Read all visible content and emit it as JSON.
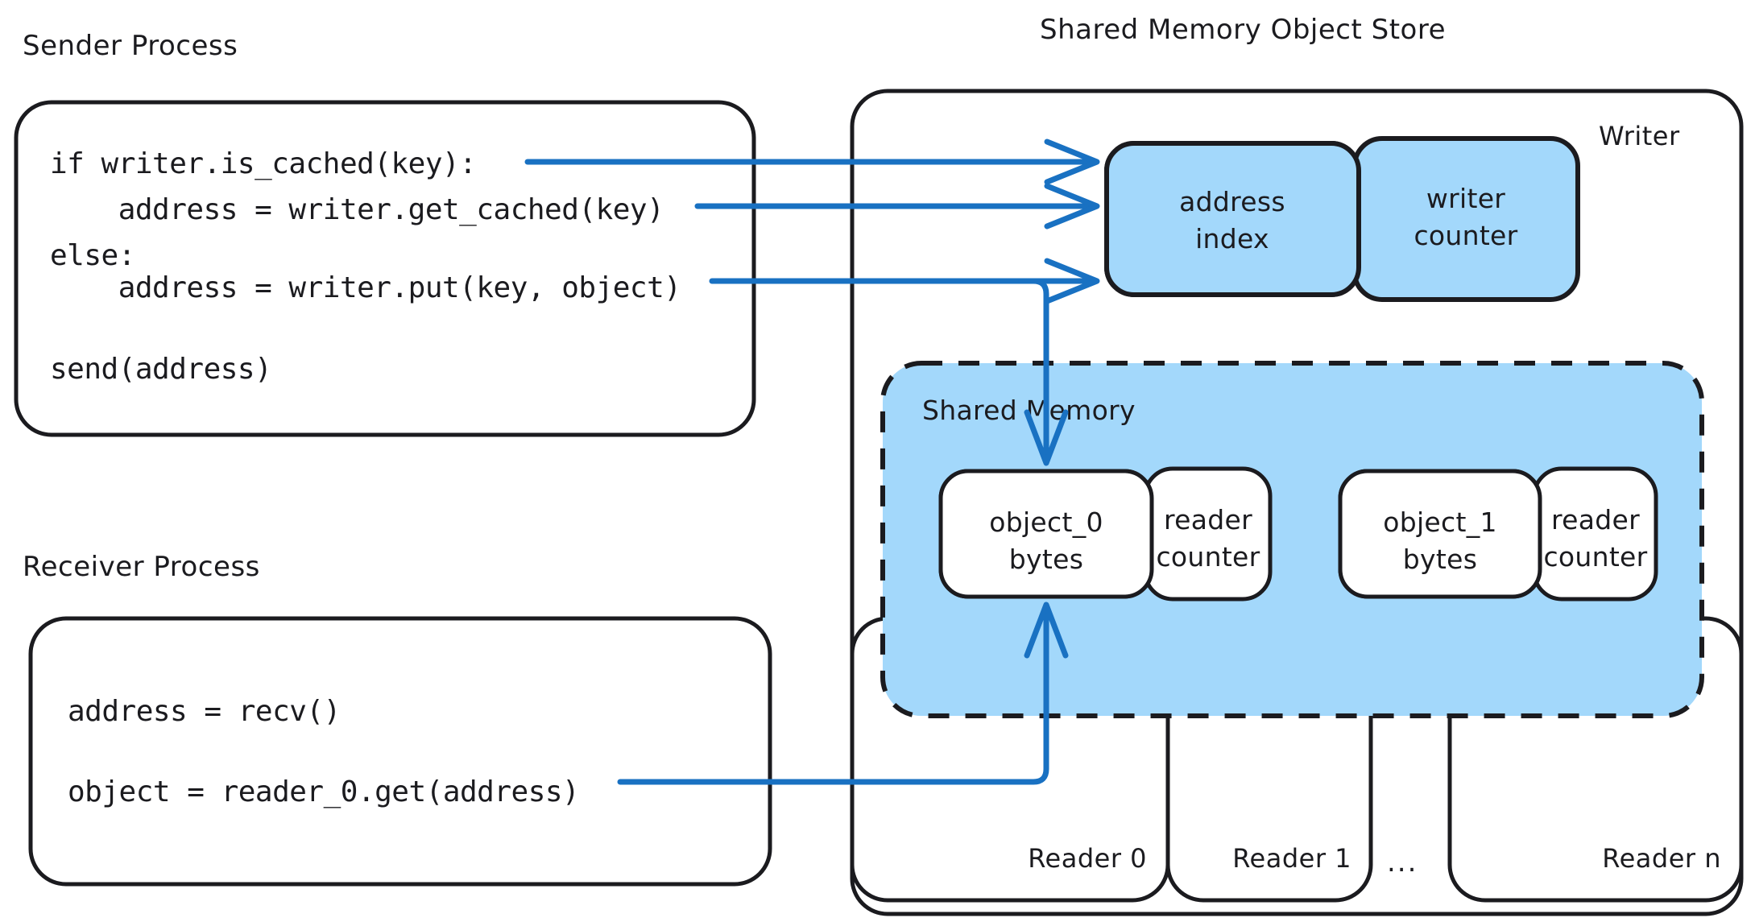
{
  "diagram": {
    "title_sender": "Sender Process",
    "title_receiver": "Receiver Process",
    "title_store": "Shared Memory Object Store",
    "label_writer": "Writer",
    "label_shared_memory": "Shared Memory",
    "label_ellipsis": "...",
    "colors": {
      "ink": "#1b1b1f",
      "accent_blue": "#1971c2",
      "fill_blue": "#a3d8fb",
      "background": "#ffffff"
    }
  },
  "sender_code": {
    "lines": [
      "if writer.is_cached(key):",
      "    address = writer.get_cached(key)",
      "else:",
      "    address = writer.put(key, object)",
      "",
      "send(address)"
    ],
    "line_0": "if writer.is_cached(key):",
    "line_1": "    address = writer.get_cached(key)",
    "line_2": "else:",
    "line_3": "    address = writer.put(key, object)",
    "line_4": "send(address)"
  },
  "receiver_code": {
    "lines": [
      "address = recv()",
      "object = reader_0.get(address)"
    ],
    "line_0": "address = recv()",
    "line_1": "object = reader_0.get(address)"
  },
  "writer_region": {
    "address_index": {
      "line_0": "address",
      "line_1": "index"
    },
    "writer_counter": {
      "line_0": "writer",
      "line_1": "counter"
    }
  },
  "shared_memory": {
    "slots": [
      {
        "object_line_0": "object_0",
        "object_line_1": "bytes",
        "counter_line_0": "reader",
        "counter_line_1": "counter"
      },
      {
        "object_line_0": "object_1",
        "object_line_1": "bytes",
        "counter_line_0": "reader",
        "counter_line_1": "counter"
      }
    ],
    "slot_0": {
      "object_line_0": "object_0",
      "object_line_1": "bytes",
      "counter_line_0": "reader",
      "counter_line_1": "counter"
    },
    "slot_1": {
      "object_line_0": "object_1",
      "object_line_1": "bytes",
      "counter_line_0": "reader",
      "counter_line_1": "counter"
    }
  },
  "readers": {
    "items": [
      {
        "label": "Reader 0"
      },
      {
        "label": "Reader 1"
      },
      {
        "label": "Reader n"
      }
    ],
    "reader_0": "Reader 0",
    "reader_1": "Reader 1",
    "reader_n": "Reader n",
    "ellipsis": "..."
  }
}
